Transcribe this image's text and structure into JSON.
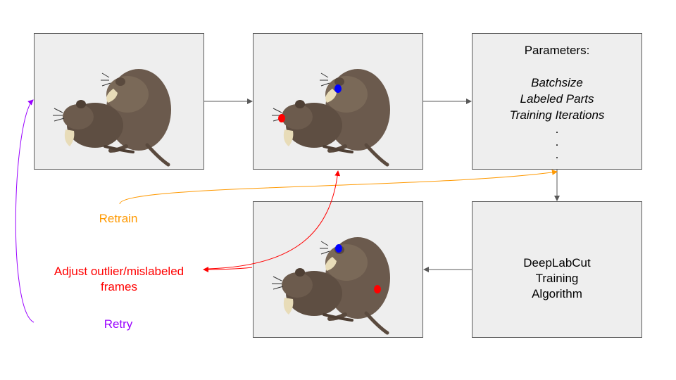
{
  "parameters": {
    "title": "Parameters:",
    "items": [
      "Batchsize",
      "Labeled Parts",
      "Training Iterations"
    ],
    "ellipsis": [
      ".",
      ".",
      "."
    ]
  },
  "algorithm": {
    "lines": [
      "DeepLabCut",
      "Training",
      "Algorithm"
    ]
  },
  "feedback": {
    "retrain": "Retrain",
    "adjust": "Adjust outlier/mislabeled frames",
    "retry": "Retry"
  },
  "colors": {
    "retrain": "#ff9900",
    "adjust": "#ff0000",
    "retry": "#9900ff",
    "arrow": "#595959",
    "marker_red": "#ff0000",
    "marker_blue": "#0000ff"
  },
  "images": {
    "raw_frame": "two-mice-photo",
    "labeled_frame": "two-mice-labeled-photo",
    "predicted_frame": "two-mice-predicted-photo"
  }
}
